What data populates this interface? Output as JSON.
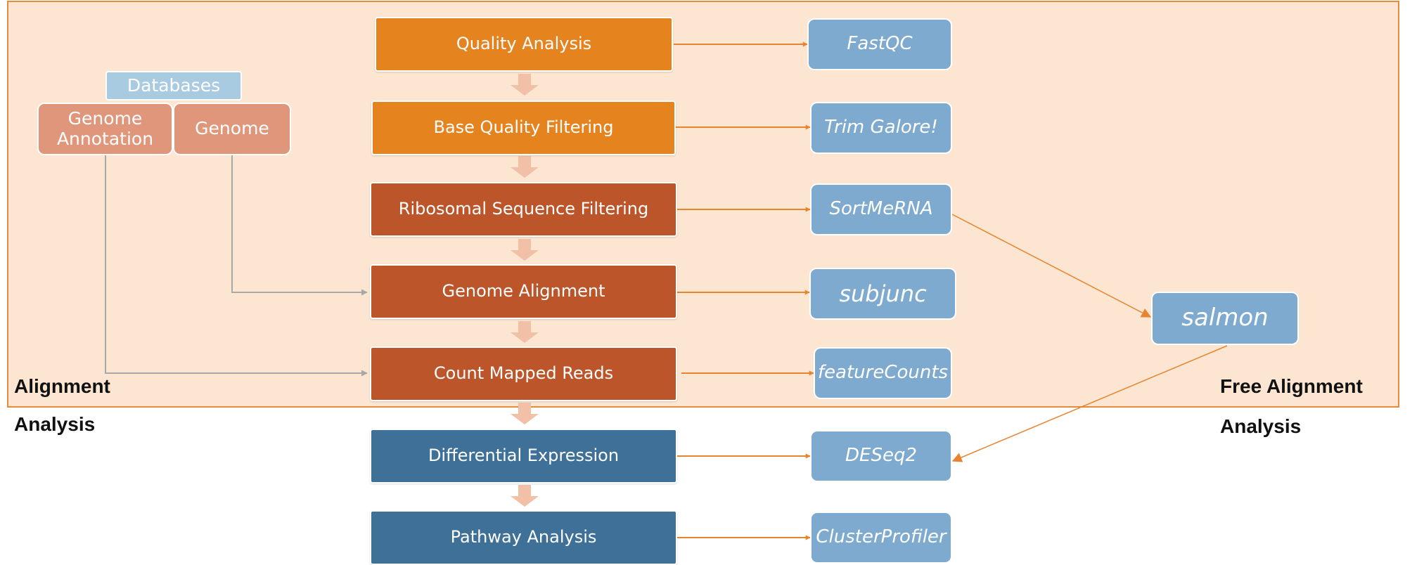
{
  "colors": {
    "panel_fill": "#fce6d2",
    "panel_border": "#e58b3c",
    "step_orange": "#e5831f",
    "step_rust": "#bd552a",
    "step_blue": "#3e7098",
    "tool_blue": "#7daace",
    "database_header": "#a9cbe2",
    "database_item": "#df967a",
    "flow_arrow": "#f2c0a6",
    "tool_connector": "#e8842e",
    "database_connector": "#a8a8a8"
  },
  "labels": {
    "alignment_line1": "Alignment",
    "alignment_line2": "Analysis",
    "free_line1": "Free  Alignment",
    "free_line2": "Analysis"
  },
  "databases": {
    "header": "Databases",
    "genome_annotation": "Genome\nAnnotation",
    "genome": "Genome"
  },
  "steps": [
    {
      "label": "Quality Analysis",
      "tool": "FastQC"
    },
    {
      "label": "Base Quality Filtering",
      "tool": "Trim Galore!"
    },
    {
      "label": "Ribosomal Sequence Filtering",
      "tool": "SortMeRNA"
    },
    {
      "label": "Genome Alignment",
      "tool": "subjunc"
    },
    {
      "label": "Count Mapped Reads",
      "tool": "featureCounts"
    },
    {
      "label": "Differential Expression",
      "tool": "DESeq2"
    },
    {
      "label": "Pathway Analysis",
      "tool": "ClusterProfiler"
    }
  ],
  "free_alignment_tool": "salmon"
}
